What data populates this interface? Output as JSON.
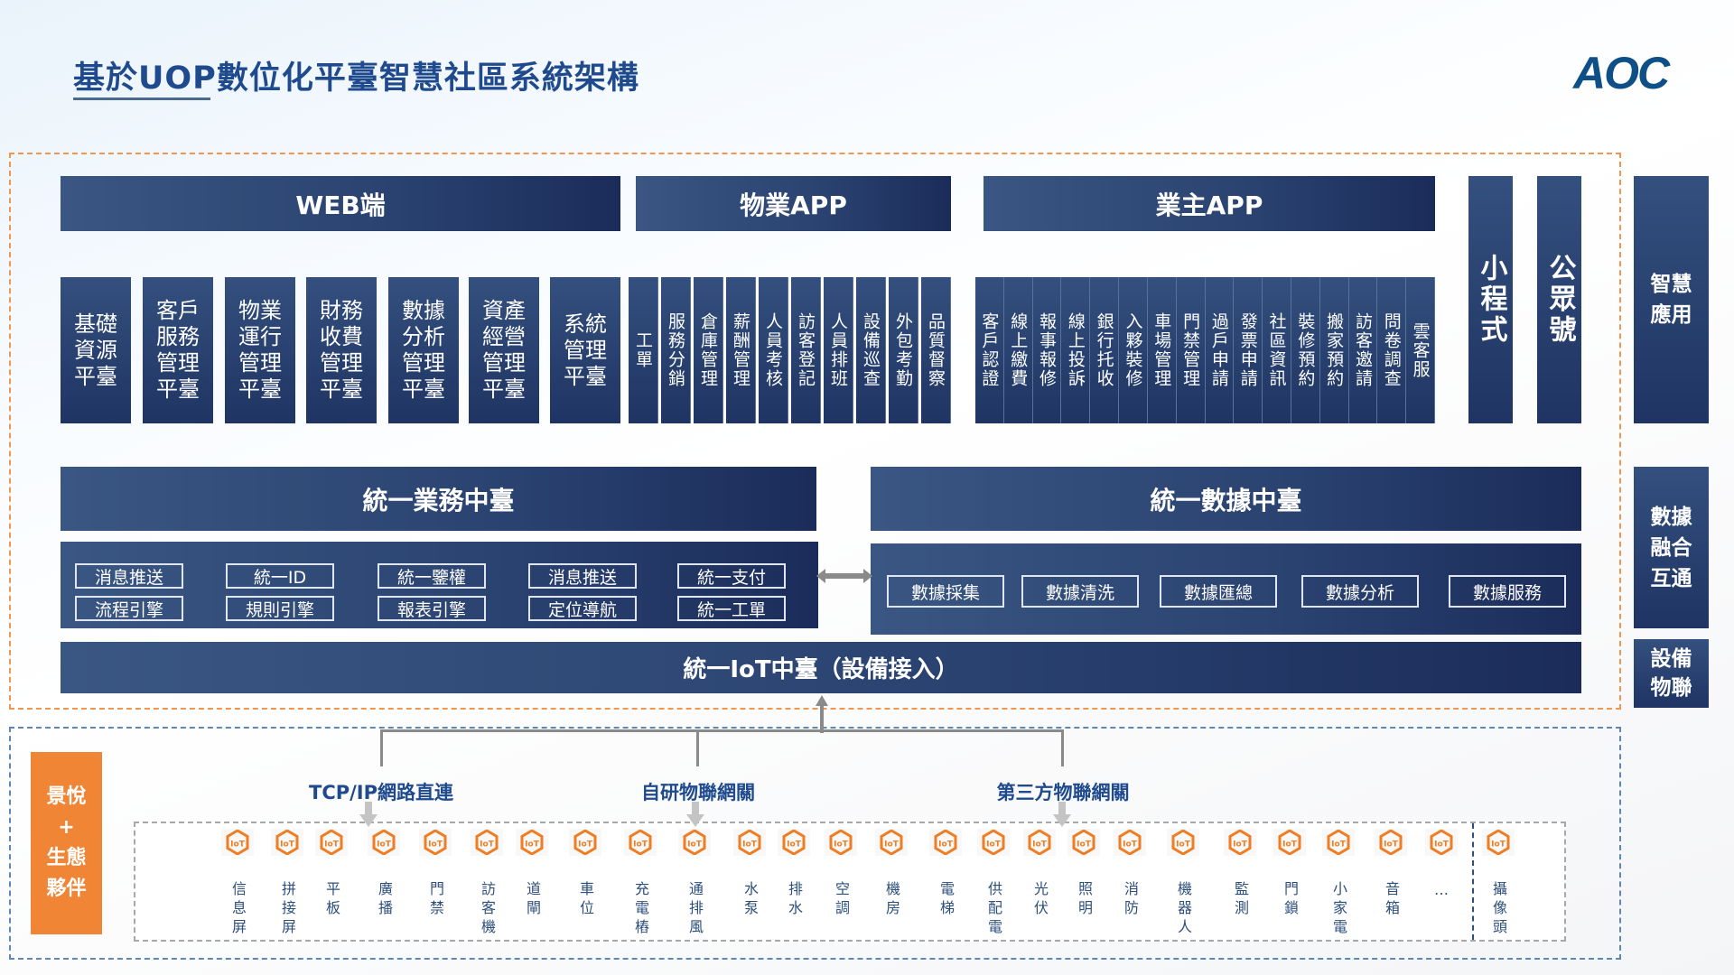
{
  "header": {
    "title": "基於UOP數位化平臺智慧社區系統架構",
    "logo": "AOC"
  },
  "apps": {
    "web": {
      "label": "WEB端",
      "modules": [
        [
          "基礎",
          "資源",
          "平臺"
        ],
        [
          "客戶",
          "服務",
          "管理",
          "平臺"
        ],
        [
          "物業",
          "運行",
          "管理",
          "平臺"
        ],
        [
          "財務",
          "收費",
          "管理",
          "平臺"
        ],
        [
          "數據",
          "分析",
          "管理",
          "平臺"
        ],
        [
          "資產",
          "經營",
          "管理",
          "平臺"
        ],
        [
          "系統",
          "管理",
          "平臺"
        ]
      ]
    },
    "property": {
      "label": "物業APP",
      "modules": [
        "工單",
        "服務分銷",
        "倉庫管理",
        "薪酬管理",
        "人員考核",
        "訪客登記",
        "人員排班",
        "設備巡查",
        "外包考勤",
        "品質督察"
      ]
    },
    "owner": {
      "label": "業主APP",
      "modules": [
        "客戶認證",
        "線上繳費",
        "報事報修",
        "線上投訴",
        "銀行托收",
        "入夥裝修",
        "車場管理",
        "門禁管理",
        "過戶申請",
        "發票申請",
        "社區資訊",
        "裝修預約",
        "搬家預約",
        "訪客邀請",
        "問卷調查",
        "雲客服"
      ]
    },
    "mini_program": "小程式",
    "official_account": "公眾號"
  },
  "side_labels": {
    "smart_app": [
      "智慧",
      "應用"
    ],
    "data_fusion": [
      "數據",
      "融合",
      "互通"
    ],
    "device_iot": [
      "設備",
      "物聯"
    ]
  },
  "business_platform": {
    "label": "統一業務中臺",
    "tags": [
      "消息推送",
      "流程引擎",
      "統一ID",
      "規則引擎",
      "統一鑒權",
      "報表引擎",
      "消息推送",
      "定位導航",
      "統一支付",
      "統一工單"
    ]
  },
  "data_platform": {
    "label": "統一數據中臺",
    "tags": [
      "數據採集",
      "數據清洗",
      "數據匯總",
      "數據分析",
      "數據服務"
    ]
  },
  "iot_platform": {
    "label": "統一IoT中臺（設備接入）"
  },
  "partner": [
    "景悅",
    "+",
    "生態",
    "夥伴"
  ],
  "gateways": [
    "TCP/IP網路直連",
    "自研物聯網關",
    "第三方物聯網關"
  ],
  "devices": [
    "信息屏",
    "拼接屏",
    "平板",
    "廣播",
    "門禁",
    "訪客機",
    "道閘",
    "車位",
    "充電樁",
    "通排風",
    "水泵",
    "排水",
    "空調",
    "機房",
    "電梯",
    "供配電",
    "光伏",
    "照明",
    "消防",
    "機器人",
    "監測",
    "門鎖",
    "小家電",
    "音箱",
    "…",
    "攝像頭"
  ],
  "colors": {
    "navy": "#1f3463",
    "accent": "#f08535",
    "title": "#1f4a8e"
  }
}
